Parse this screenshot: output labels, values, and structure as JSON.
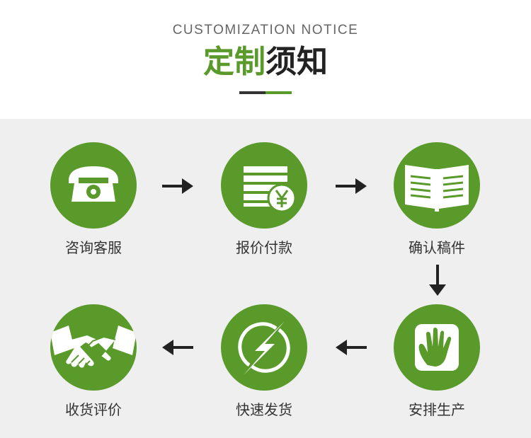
{
  "header": {
    "subtitle": "CUSTOMIZATION NOTICE",
    "title_part1": "定制",
    "title_part2": "须知"
  },
  "steps": [
    {
      "label": "咨询客服",
      "icon": "telephone-icon"
    },
    {
      "label": "报价付款",
      "icon": "quote-payment-yuan-icon"
    },
    {
      "label": "确认稿件",
      "icon": "open-book-icon"
    },
    {
      "label": "安排生产",
      "icon": "hand-icon"
    },
    {
      "label": "快速发货",
      "icon": "lightning-icon"
    },
    {
      "label": "收货评价",
      "icon": "handshake-icon"
    }
  ],
  "colors": {
    "accent": "#5a9a2b",
    "dark": "#222222",
    "panel_bg": "#efefef"
  }
}
